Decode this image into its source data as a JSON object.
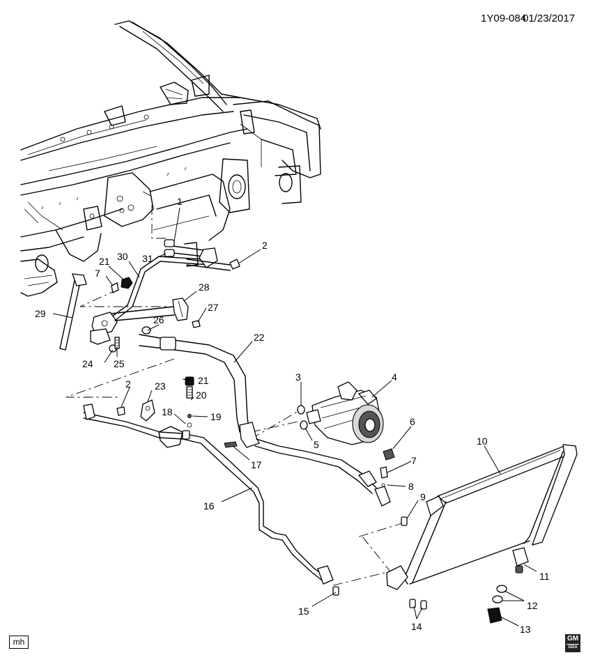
{
  "document_id": "1Y09-084",
  "document_date": "01/23/2017",
  "illustrator_tag": "mh",
  "brand_badge": {
    "text": "GM",
    "subtext": "GDA"
  },
  "callouts": [
    {
      "id": "c1",
      "label": "1"
    },
    {
      "id": "c2a",
      "label": "2"
    },
    {
      "id": "c2b",
      "label": "2"
    },
    {
      "id": "c3",
      "label": "3"
    },
    {
      "id": "c4",
      "label": "4"
    },
    {
      "id": "c5",
      "label": "5"
    },
    {
      "id": "c6",
      "label": "6"
    },
    {
      "id": "c7a",
      "label": "7"
    },
    {
      "id": "c7b",
      "label": "7"
    },
    {
      "id": "c8",
      "label": "8"
    },
    {
      "id": "c9",
      "label": "9"
    },
    {
      "id": "c10",
      "label": "10"
    },
    {
      "id": "c11",
      "label": "11"
    },
    {
      "id": "c12",
      "label": "12"
    },
    {
      "id": "c13",
      "label": "13"
    },
    {
      "id": "c14",
      "label": "14"
    },
    {
      "id": "c15",
      "label": "15"
    },
    {
      "id": "c16",
      "label": "16"
    },
    {
      "id": "c17",
      "label": "17"
    },
    {
      "id": "c18",
      "label": "18"
    },
    {
      "id": "c19",
      "label": "19"
    },
    {
      "id": "c20",
      "label": "20"
    },
    {
      "id": "c21a",
      "label": "21"
    },
    {
      "id": "c21b",
      "label": "21"
    },
    {
      "id": "c22",
      "label": "22"
    },
    {
      "id": "c23",
      "label": "23"
    },
    {
      "id": "c24",
      "label": "24"
    },
    {
      "id": "c25",
      "label": "25"
    },
    {
      "id": "c26",
      "label": "26"
    },
    {
      "id": "c27",
      "label": "27"
    },
    {
      "id": "c28",
      "label": "28"
    },
    {
      "id": "c29",
      "label": "29"
    },
    {
      "id": "c30",
      "label": "30"
    },
    {
      "id": "c31",
      "label": "31"
    }
  ]
}
